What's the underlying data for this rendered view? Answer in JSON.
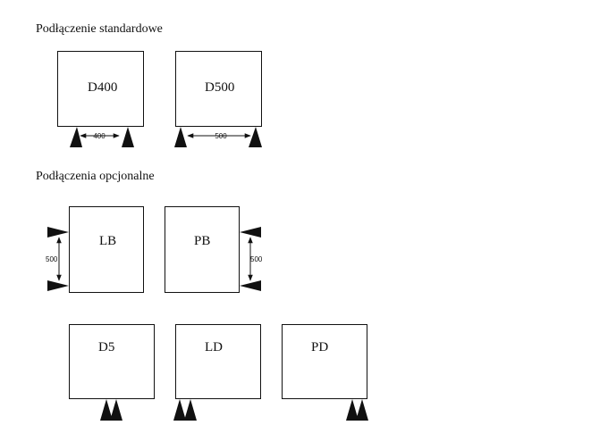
{
  "headings": {
    "standard": "Podłączenie standardowe",
    "optional": "Podłączenia opcjonalne"
  },
  "radiators": {
    "d400": {
      "label": "D400",
      "spacing": "400"
    },
    "d500": {
      "label": "D500",
      "spacing": "500"
    },
    "lb": {
      "label": "LB",
      "spacing": "500"
    },
    "pb": {
      "label": "PB",
      "spacing": "500"
    },
    "d5": {
      "label": "D5"
    },
    "ld": {
      "label": "LD"
    },
    "pd": {
      "label": "PD"
    }
  }
}
